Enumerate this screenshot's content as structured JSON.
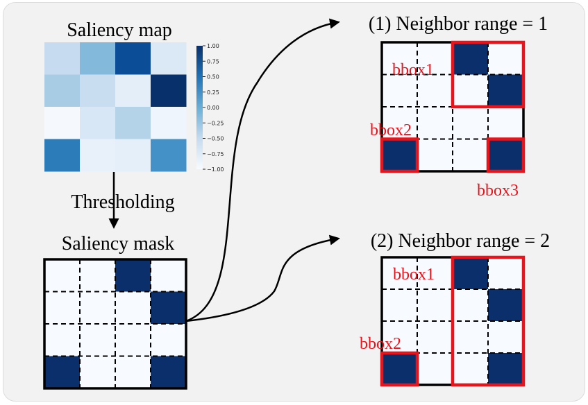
{
  "colors": {
    "dark_cell": "#0b2f6b",
    "light_cell": "#f7fbff",
    "bbox": "#e8141b",
    "bbox_text": "#e8141b",
    "panel_background": "#f2f2f2"
  },
  "saliency_map": {
    "title": "Saliency map",
    "cells": [
      [
        "#c6dbef",
        "#83badb",
        "#0b4d96",
        "#dbe9f6"
      ],
      [
        "#a7cce4",
        "#c9ddf0",
        "#e3eef9",
        "#08306b"
      ],
      [
        "#f5f9fe",
        "#d8e7f5",
        "#b4d3e9",
        "#eef5fc"
      ],
      [
        "#2c7cba",
        "#e8f1fa",
        "#e5eff9",
        "#4391c6"
      ]
    ],
    "colorbar_ticks": [
      "1.00",
      "0.75",
      "0.50",
      "0.25",
      "0.00",
      "−0.25",
      "−0.50",
      "−0.75",
      "−1.00"
    ]
  },
  "thresholding": {
    "label": "Thresholding"
  },
  "saliency_mask": {
    "title": "Saliency mask",
    "cells": [
      [
        0,
        0,
        1,
        0
      ],
      [
        0,
        0,
        0,
        1
      ],
      [
        0,
        0,
        0,
        0
      ],
      [
        1,
        0,
        0,
        1
      ]
    ]
  },
  "panels": [
    {
      "title": "(1) Neighbor range = 1",
      "cells": [
        [
          0,
          0,
          1,
          0
        ],
        [
          0,
          0,
          0,
          1
        ],
        [
          0,
          0,
          0,
          0
        ],
        [
          1,
          0,
          0,
          1
        ]
      ],
      "bboxes": [
        {
          "label": "bbox1",
          "rows": [
            0,
            1
          ],
          "cols": [
            2,
            3
          ]
        },
        {
          "label": "bbox2",
          "rows": [
            3,
            3
          ],
          "cols": [
            0,
            0
          ]
        },
        {
          "label": "bbox3",
          "rows": [
            3,
            3
          ],
          "cols": [
            3,
            3
          ]
        }
      ]
    },
    {
      "title": "(2) Neighbor range = 2",
      "cells": [
        [
          0,
          0,
          1,
          0
        ],
        [
          0,
          0,
          0,
          1
        ],
        [
          0,
          0,
          0,
          0
        ],
        [
          1,
          0,
          0,
          1
        ]
      ],
      "bboxes": [
        {
          "label": "bbox1",
          "rows": [
            0,
            3
          ],
          "cols": [
            2,
            3
          ]
        },
        {
          "label": "bbox2",
          "rows": [
            3,
            3
          ],
          "cols": [
            0,
            0
          ]
        }
      ]
    }
  ]
}
